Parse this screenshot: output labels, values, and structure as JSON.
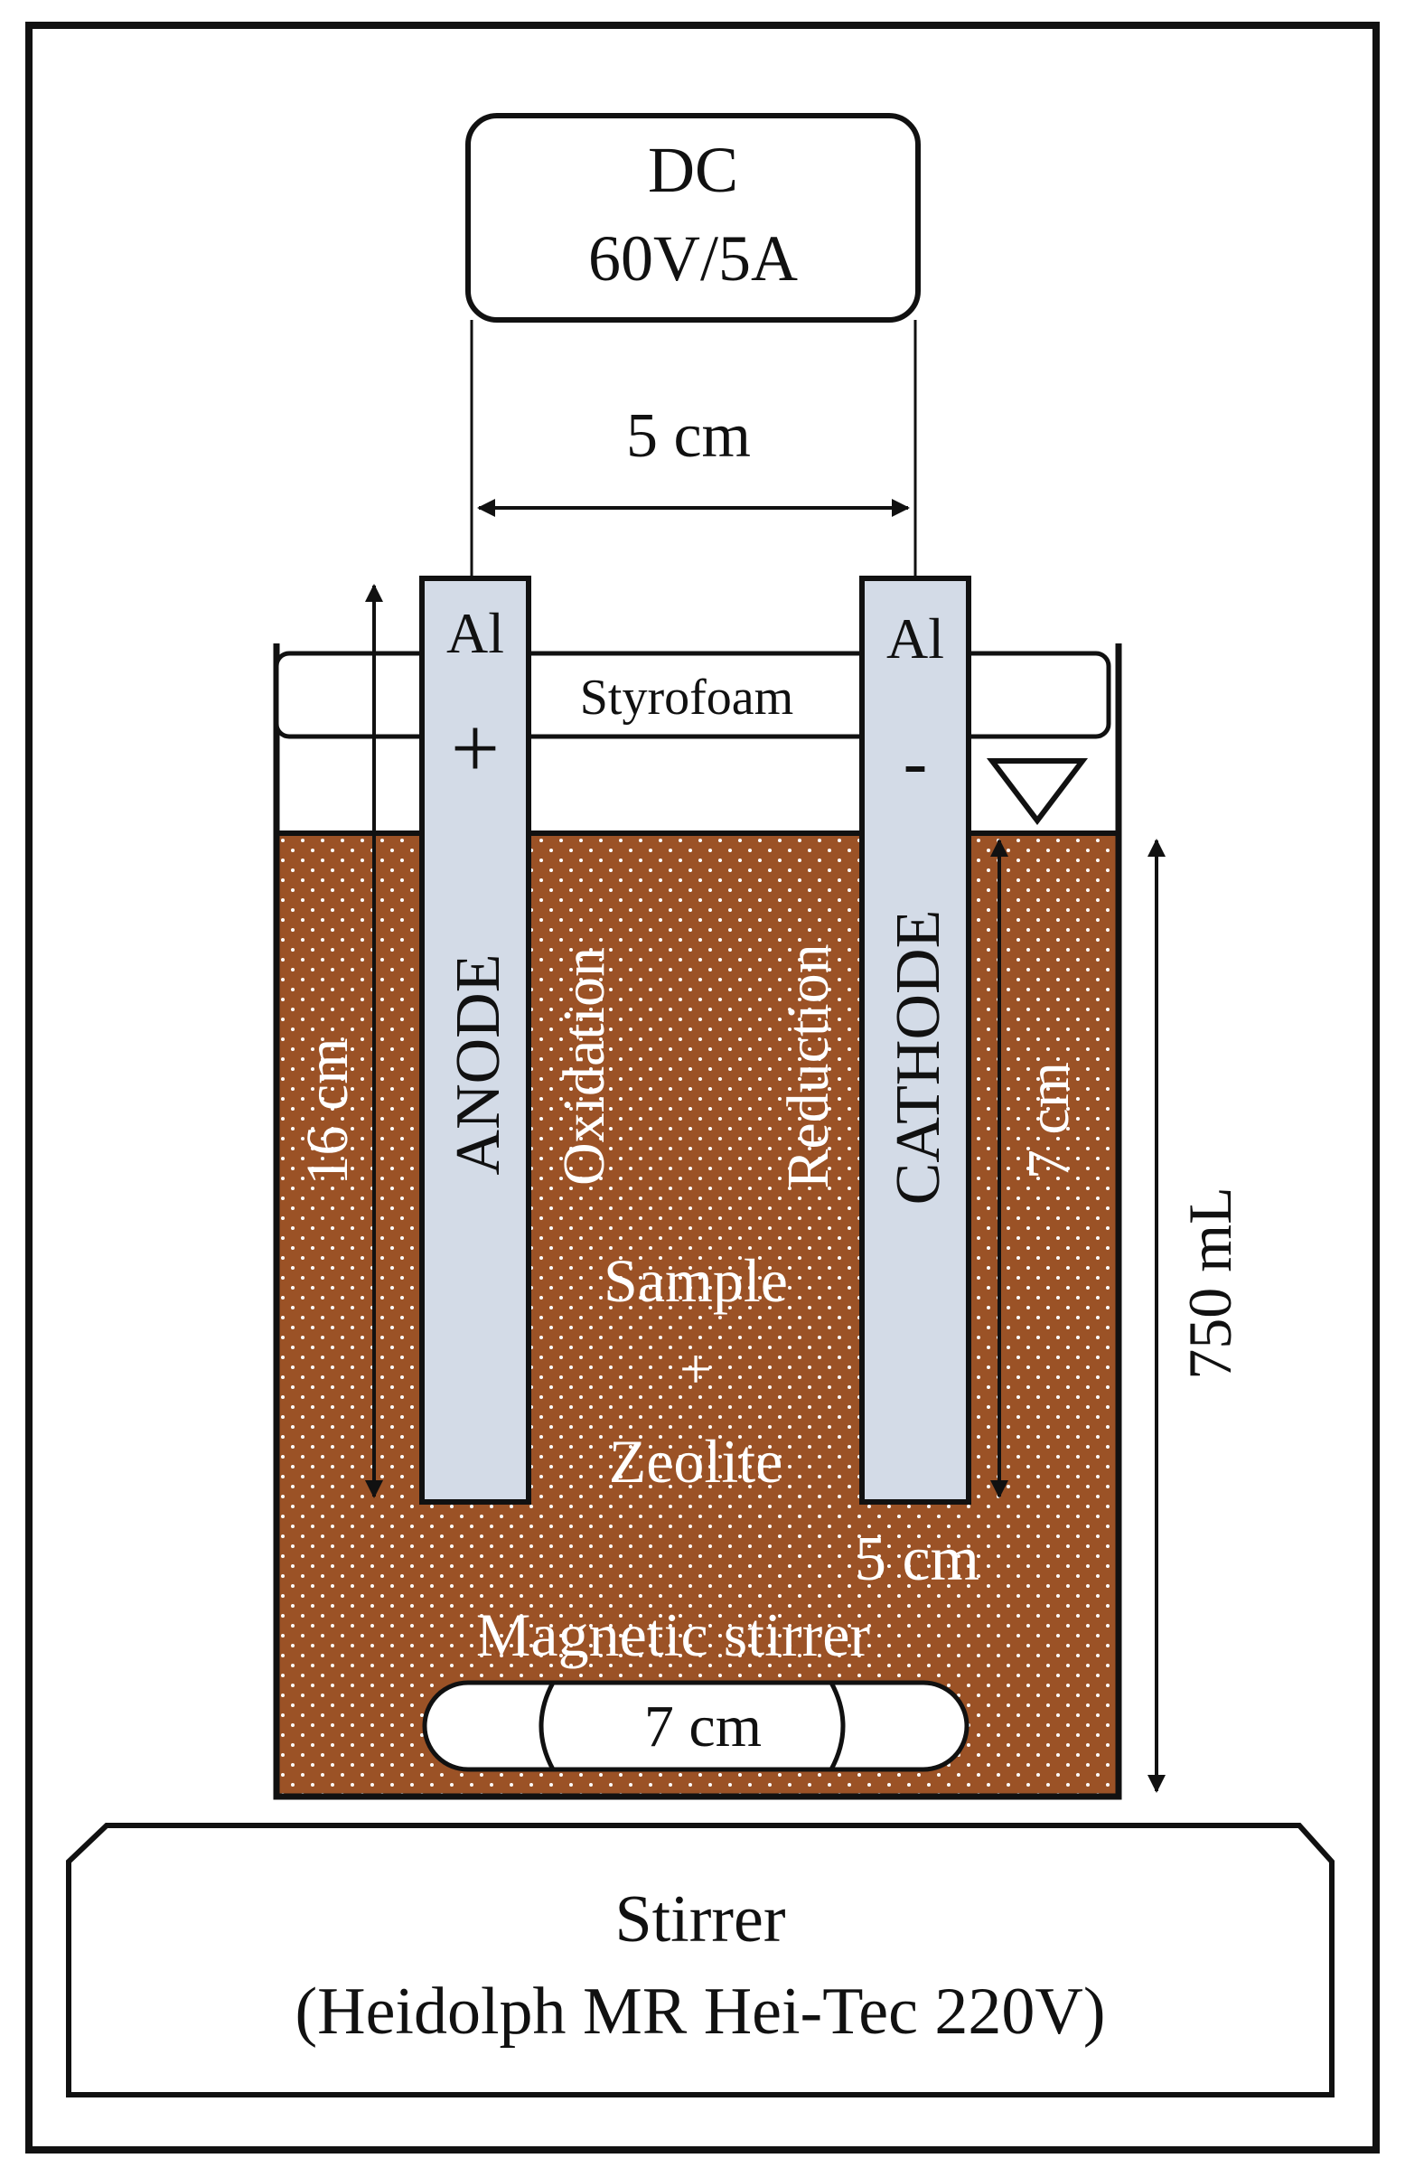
{
  "power_supply": {
    "line1": "DC",
    "line2": "60V/5A"
  },
  "electrode_spacing": "5 cm",
  "anode": {
    "material": "Al",
    "sign": "+",
    "name": "ANODE",
    "length": "16 cm"
  },
  "cathode": {
    "material": "Al",
    "sign": "-",
    "name": "CATHODE",
    "depth": "7 cm"
  },
  "lid_label": "Styrofoam",
  "reactions": {
    "anode": "Oxidation",
    "cathode": "Reduction"
  },
  "mixture": {
    "line1": "Sample",
    "line2": "+",
    "line3": "Zeolite"
  },
  "gap_label": "5 cm",
  "stir_bar_caption": "Magnetic stirrer",
  "stir_bar_size": "7 cm",
  "volume_label": "750 mL",
  "stirrer": {
    "line1": "Stirrer",
    "line2": "(Heidolph MR Hei-Tec 220V)"
  },
  "colors": {
    "liquid": "#9b5226",
    "electrode": "#d3dbe7",
    "outline": "#111111"
  }
}
